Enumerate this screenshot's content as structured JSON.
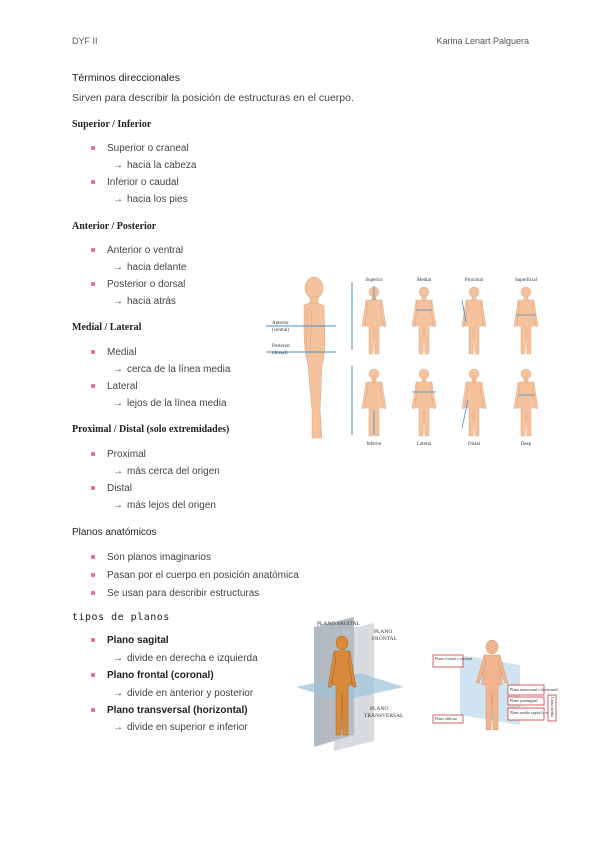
{
  "header": {
    "left": "DYF II",
    "right": "Karina Lenart Palguera"
  },
  "intro": {
    "title": "Términos direccionales",
    "text": "Sirven para describir la posición de estructuras en el cuerpo."
  },
  "groups": [
    {
      "title": "Superior / Inferior",
      "items": [
        {
          "label": "Superior o craneal",
          "sub": "hacia la cabeza"
        },
        {
          "label": "Inferior o caudal",
          "sub": "hacia los pies"
        }
      ]
    },
    {
      "title": "Anterior / Posterior",
      "items": [
        {
          "label": "Anterior o ventral",
          "sub": "hacia delante"
        },
        {
          "label": "Posterior o dorsal",
          "sub": "hacia atrás"
        }
      ]
    },
    {
      "title": "Medial / Lateral",
      "items": [
        {
          "label": "Medial",
          "sub": "cerca de la línea media"
        },
        {
          "label": "Lateral",
          "sub": "lejos de la línea media"
        }
      ]
    },
    {
      "title": "Proximal / Distal (solo extremidades)",
      "items": [
        {
          "label": "Proximal",
          "sub": "más cerca del origen"
        },
        {
          "label": "Distal",
          "sub": "más lejos del origen"
        }
      ]
    }
  ],
  "planes": {
    "title": "Planos anatómicos",
    "items": [
      "Son planos imaginarios",
      "Pasan por el cuerpo en posición anatómica",
      "Se usan para describir estructuras"
    ]
  },
  "types": {
    "title": "tipos de planos",
    "items": [
      {
        "label": "Plano sagital",
        "sub": "divide en derecha e izquierda"
      },
      {
        "label": "Plano frontal (coronal)",
        "sub": "divide en anterior y posterior"
      },
      {
        "label": "Plano transversal (horizontal)",
        "sub": "divide en superior e inferior"
      }
    ]
  },
  "figure1": {
    "labels": {
      "anterior": "Anterior",
      "anterior_sub": "(ventral)",
      "posterior": "Posterior",
      "posterior_sub": "(dorsal)",
      "top": [
        "Superior",
        "Medial",
        "Proximal",
        "Superficial"
      ],
      "bottom": [
        "Inferior",
        "Lateral",
        "Distal",
        "Deep"
      ]
    }
  },
  "figure2": {
    "sagital": "PLANO SAGITAL",
    "frontal_1": "PLANO",
    "frontal_2": "FRONTAL",
    "transversal_1": "PLANO",
    "transversal_2": "TRANSVERSAL"
  },
  "figure3": {
    "tags": [
      "Plano frontal o coronal",
      "Plano transversal o horizontal",
      "Plano parasagital",
      "Plano medio sagital o medial",
      "Plano oblicuo",
      "Línea media"
    ]
  },
  "colors": {
    "bullet": "#e36fa6",
    "skin": "#f4c29c",
    "arrow": "#4a8fc9",
    "tag_border": "#d23a3a"
  }
}
